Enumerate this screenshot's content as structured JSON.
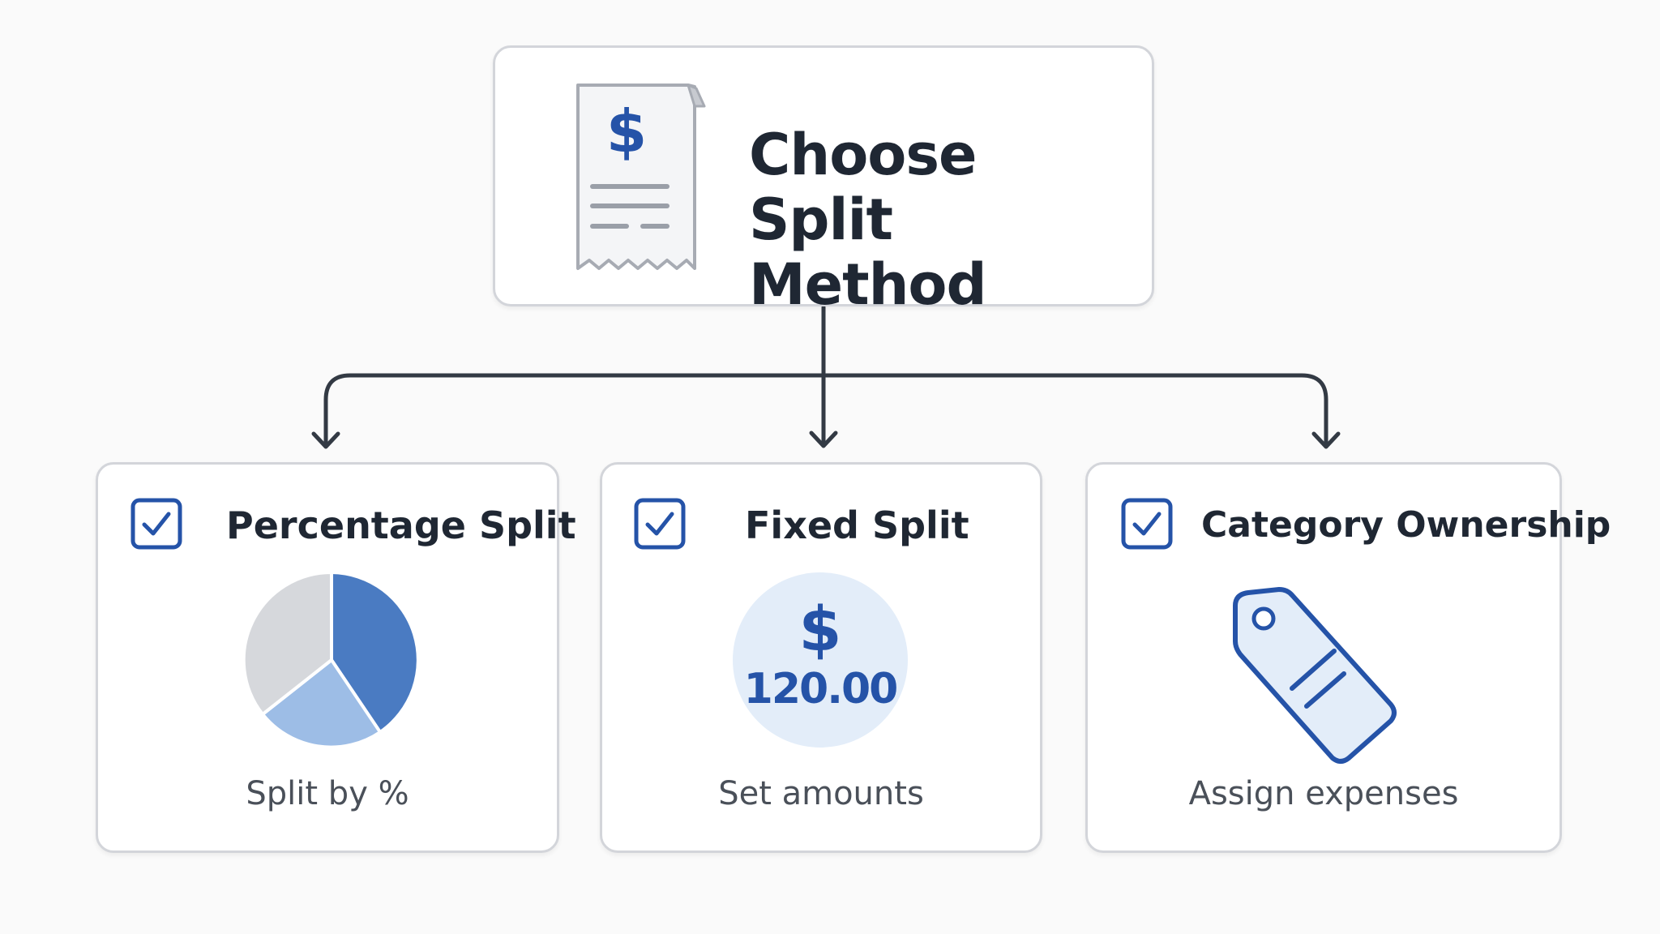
{
  "root": {
    "title": "Choose Split Method",
    "icon": "receipt-dollar-icon",
    "icon_symbol": "$"
  },
  "options": [
    {
      "title": "Percentage Split",
      "caption": "Split by %",
      "checked": true,
      "icon": "pie-chart-icon"
    },
    {
      "title": "Fixed Split",
      "caption": "Set amounts",
      "checked": true,
      "icon": "dollar-amount-badge",
      "badge_symbol": "$",
      "badge_amount": "120.00"
    },
    {
      "title": "Category Ownership",
      "caption": "Assign expenses",
      "checked": true,
      "icon": "price-tag-icon"
    }
  ],
  "colors": {
    "text_dark": "#1f2733",
    "text_muted": "#4a5059",
    "accent_blue": "#2553a8",
    "card_border": "#d3d5da",
    "connector": "#333a44",
    "pie_dark": "#4a7bc2",
    "pie_light": "#9dbde6",
    "pie_grey": "#d6d8dc",
    "badge_bg": "#e3edf9"
  }
}
